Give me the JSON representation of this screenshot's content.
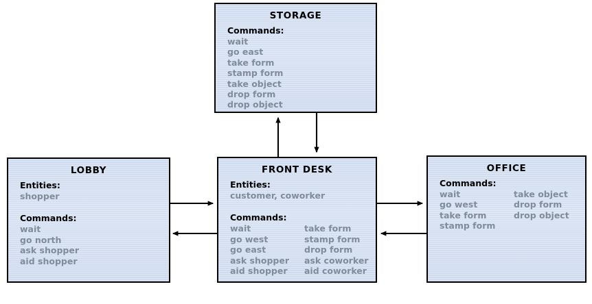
{
  "diagram": {
    "type": "state-transition-diagram",
    "title": "",
    "background_color": "#ffffff",
    "box_fill_color": "#d4dff1",
    "box_border_color": "#000000",
    "heading_color": "#000000",
    "item_color": "#7f8c99",
    "arrow_color": "#000000"
  },
  "rooms": {
    "storage": {
      "title": "STORAGE",
      "entities_label": "",
      "entities": [],
      "commands_label": "Commands:",
      "commands_col1": [
        "wait",
        "go east",
        "take form",
        "stamp form",
        "take object",
        "drop form",
        "drop object"
      ],
      "commands_col2": []
    },
    "lobby": {
      "title": "LOBBY",
      "entities_label": "Entities:",
      "entities": [
        "shopper"
      ],
      "commands_label": "Commands:",
      "commands_col1": [
        "wait",
        "go north",
        "ask shopper",
        "aid shopper"
      ],
      "commands_col2": []
    },
    "front_desk": {
      "title": "FRONT DESK",
      "entities_label": "Entities:",
      "entities": [
        "customer, coworker"
      ],
      "commands_label": "Commands:",
      "commands_col1": [
        "wait",
        "go west",
        "go east",
        "ask shopper",
        "aid shopper"
      ],
      "commands_col2": [
        "take form",
        "stamp form",
        "drop form",
        "ask coworker",
        "aid coworker"
      ]
    },
    "office": {
      "title": "OFFICE",
      "entities_label": "",
      "entities": [],
      "commands_label": "Commands:",
      "commands_col1": [
        "wait",
        "go west",
        "take form",
        "stamp form"
      ],
      "commands_col2": [
        "take object",
        "drop form",
        "drop object"
      ]
    }
  },
  "connections": [
    {
      "name": "front-desk-to-storage",
      "from": "front_desk",
      "to": "storage",
      "direction": "up"
    },
    {
      "name": "storage-to-front-desk",
      "from": "storage",
      "to": "front_desk",
      "direction": "down"
    },
    {
      "name": "lobby-to-front-desk",
      "from": "lobby",
      "to": "front_desk",
      "direction": "right"
    },
    {
      "name": "front-desk-to-lobby",
      "from": "front_desk",
      "to": "lobby",
      "direction": "left"
    },
    {
      "name": "front-desk-to-office",
      "from": "front_desk",
      "to": "office",
      "direction": "right"
    },
    {
      "name": "office-to-front-desk",
      "from": "office",
      "to": "front_desk",
      "direction": "left"
    }
  ]
}
